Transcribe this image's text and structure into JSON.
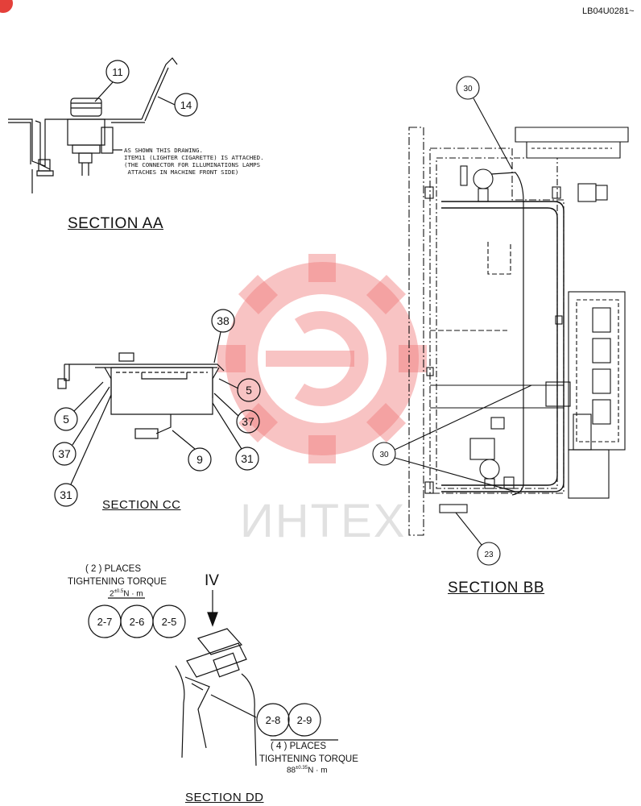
{
  "document": {
    "id": "LB04U0281~"
  },
  "watermark": {
    "text": "ИНТЕХ",
    "color": "#f07a7a"
  },
  "section_aa": {
    "title": "SECTION  AA",
    "note": "AS SHOWN THIS DRAWING.\nITEM11 (LIGHTER CIGARETTE) IS ATTACHED.\n(THE CONNECTOR FOR ILLUMINATIONS LAMPS\n ATTACHES IN MACHINE FRONT SIDE)",
    "callouts": [
      "11",
      "14"
    ]
  },
  "section_bb": {
    "title": "SECTION BB",
    "callouts": [
      "30",
      "30",
      "23"
    ]
  },
  "section_cc": {
    "title": "SECTION  CC",
    "callouts": [
      "38",
      "5",
      "37",
      "31",
      "9",
      "5",
      "37",
      "31"
    ]
  },
  "section_dd": {
    "title": "SECTION DD",
    "view_label": "IV",
    "places_top": "( 2 ) PLACES",
    "torque_top_label": "TIGHTENING TORQUE",
    "torque_top_value": "2",
    "torque_top_tol": "±0.5",
    "torque_top_unit": "N · m",
    "callouts_top": [
      "2-7",
      "2-6",
      "2-5"
    ],
    "callouts_bottom": [
      "2-8",
      "2-9"
    ],
    "places_bottom": "( 4 ) PLACES",
    "torque_bottom_label": "TIGHTENING TORQUE",
    "torque_bottom_value": "88",
    "torque_bottom_tol": "±0.35",
    "torque_bottom_unit": "N · m"
  }
}
